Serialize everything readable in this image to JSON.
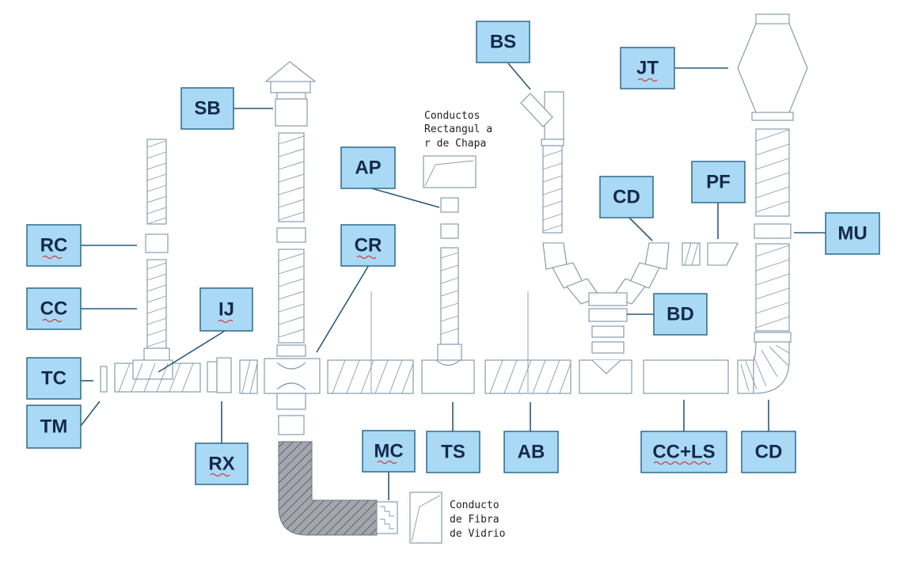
{
  "labels": {
    "bs": "BS",
    "jt": "JT",
    "sb": "SB",
    "ap": "AP",
    "cd_top": "CD",
    "pf": "PF",
    "rc": "RC",
    "cr": "CR",
    "mu": "MU",
    "cc": "CC",
    "ij": "IJ",
    "bd": "BD",
    "tc": "TC",
    "tm": "TM",
    "rx": "RX",
    "mc": "MC",
    "ts": "TS",
    "ab": "AB",
    "ccls": "CC+LS",
    "cd_bottom": "CD"
  },
  "notes": {
    "rect_line1": "Conductos",
    "rect_line2": "Rectangul a",
    "rect_line3": "r de Chapa",
    "fibra_line1": "Conducto",
    "fibra_line2": "de    Fibra",
    "fibra_line3": "de Vidrio"
  },
  "colors": {
    "label_fill": "#a9d9f5",
    "label_border": "#2d6b8d",
    "label_text": "#15294a",
    "duct_stroke": "#7e93a4",
    "hatch_fill": "#a3a7ad"
  }
}
